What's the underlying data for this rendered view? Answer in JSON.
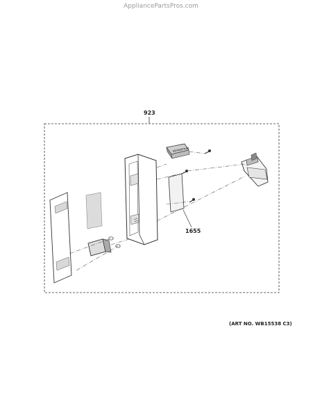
{
  "watermark": "AppliancePartsPros.com",
  "callouts": {
    "assembly": "923",
    "part": "1655"
  },
  "art_number": "(ART NO. WB15538 C3)",
  "badge_text": "ADVANTIUM"
}
